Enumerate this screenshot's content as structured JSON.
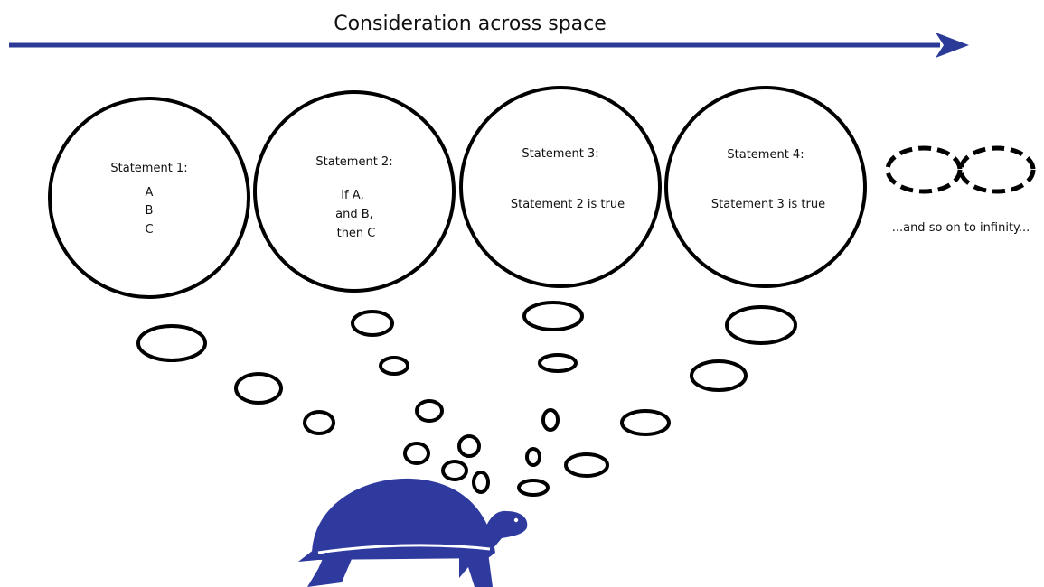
{
  "header": {
    "title": "Consideration across space"
  },
  "statements": [
    {
      "heading": "Statement 1:",
      "lines": [
        "A",
        "B",
        "C"
      ]
    },
    {
      "heading": "Statement 2:",
      "lines": [
        "If A,",
        "and B,",
        "then C"
      ]
    },
    {
      "heading": "Statement 3:",
      "lines": [
        "Statement 2 is true"
      ]
    },
    {
      "heading": "Statement 4:",
      "lines": [
        "Statement 3 is true"
      ]
    }
  ],
  "continuation": {
    "text": "...and so on to infinity..."
  },
  "colors": {
    "arrow": "#2b3a97",
    "turtle": "#2e3a9e",
    "stroke": "#000000"
  }
}
